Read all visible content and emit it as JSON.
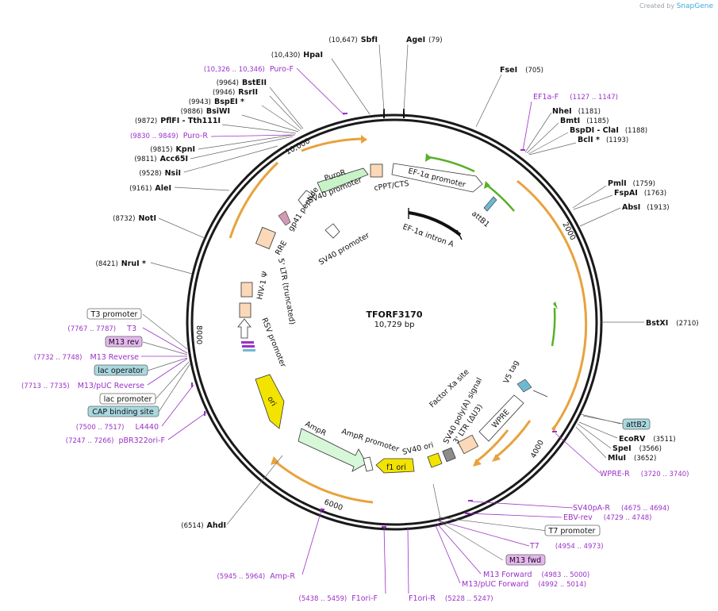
{
  "credit": {
    "prefix": "Created by",
    "brand": "SnapGene"
  },
  "plasmid": {
    "name": "TFORF3170",
    "size": "10,729 bp"
  },
  "ticks": [
    "10,000",
    "2000",
    "4000",
    "6000",
    "8000"
  ],
  "sites": [
    {
      "pos": "(10,647)",
      "name": "SbfI"
    },
    {
      "pos": "",
      "name": "AgeI",
      "pos2": "(79)"
    },
    {
      "pos": "",
      "name": "FseI",
      "pos2": "(705)"
    },
    {
      "pos": "(10,430)",
      "name": "HpaI"
    },
    {
      "pos": "(9964)",
      "name": "BstEII"
    },
    {
      "pos": "(9946)",
      "name": "RsrII"
    },
    {
      "pos": "(9943)",
      "name": "BspEI *"
    },
    {
      "pos": "(9886)",
      "name": "BsiWI"
    },
    {
      "pos": "(9872)",
      "name": "PflFI - Tth111I"
    },
    {
      "pos": "(9815)",
      "name": "KpnI"
    },
    {
      "pos": "(9811)",
      "name": "Acc65I"
    },
    {
      "pos": "(9528)",
      "name": "NsiI"
    },
    {
      "pos": "(9161)",
      "name": "AleI"
    },
    {
      "pos": "(8732)",
      "name": "NotI"
    },
    {
      "pos": "(8421)",
      "name": "NruI *"
    },
    {
      "pos": "",
      "name": "NheI",
      "pos2": "(1181)"
    },
    {
      "pos": "",
      "name": "BmtI",
      "pos2": "(1185)"
    },
    {
      "pos": "",
      "name": "BspDI - ClaI",
      "pos2": "(1188)"
    },
    {
      "pos": "",
      "name": "BclI *",
      "pos2": "(1193)"
    },
    {
      "pos": "",
      "name": "PmlI",
      "pos2": "(1759)"
    },
    {
      "pos": "",
      "name": "FspAI",
      "pos2": "(1763)"
    },
    {
      "pos": "",
      "name": "AbsI",
      "pos2": "(1913)"
    },
    {
      "pos": "",
      "name": "BstXI",
      "pos2": "(2710)"
    },
    {
      "pos": "",
      "name": "EcoRV",
      "pos2": "(3511)"
    },
    {
      "pos": "",
      "name": "SpeI",
      "pos2": "(3566)"
    },
    {
      "pos": "",
      "name": "MluI",
      "pos2": "(3652)"
    },
    {
      "pos": "(6514)",
      "name": "AhdI"
    }
  ],
  "primers": [
    {
      "pos": "(10,326 .. 10,346)",
      "name": "Puro-F"
    },
    {
      "pos": "(9830 .. 9849)",
      "name": "Puro-R"
    },
    {
      "pos": "(1127 .. 1147)",
      "name": "EF1a-F"
    },
    {
      "pos": "(7767 .. 7787)",
      "name": "T3"
    },
    {
      "pos": "(7732 .. 7748)",
      "name": "M13 Reverse"
    },
    {
      "pos": "(7713 .. 7735)",
      "name": "M13/pUC Reverse"
    },
    {
      "pos": "(7500 .. 7517)",
      "name": "L4440"
    },
    {
      "pos": "(7247 .. 7266)",
      "name": "pBR322ori-F"
    },
    {
      "pos": "(3720 .. 3740)",
      "name": "WPRE-R"
    },
    {
      "pos": "(4675 .. 4694)",
      "name": "SV40pA-R"
    },
    {
      "pos": "(4729 .. 4748)",
      "name": "EBV-rev"
    },
    {
      "pos": "(4954 .. 4973)",
      "name": "T7"
    },
    {
      "pos": "(4983 .. 5000)",
      "name": "M13 Forward"
    },
    {
      "pos": "(4992 .. 5014)",
      "name": "M13/pUC Forward"
    },
    {
      "pos": "(5228 .. 5247)",
      "name": "F1ori-R"
    },
    {
      "pos": "(5438 .. 5459)",
      "name": "F1ori-F"
    },
    {
      "pos": "(5945 .. 5964)",
      "name": "Amp-R"
    }
  ],
  "boxed": [
    "T3 promoter",
    "M13 rev",
    "lac operator",
    "lac promoter",
    "CAP binding site",
    "attB2",
    "T7 promoter",
    "M13 fwd"
  ],
  "features": [
    "PuroR",
    "SV40 promoter",
    "cPPT/CTS",
    "EF-1α promoter",
    "attB1",
    "EF-1α intron A",
    "gp41 peptide",
    "RRE",
    "SV40 promoter",
    "HIV-1 Ψ",
    "5' LTR (truncated)",
    "RSV promoter",
    "ori",
    "AmpR",
    "AmpR promoter",
    "SV40 ori",
    "f1 ori",
    "SV40 poly(A) signal",
    "3' LTR (ΔU3)",
    "WPRE",
    "Factor Xa site",
    "V5 tag"
  ],
  "colors": {
    "backbone": "#1a1a1a",
    "orf": "#e8a23c",
    "primer": "#9b30c8",
    "green": "#59b026",
    "yellow": "#f2e400",
    "promoterFill": "#ffffff",
    "puro": "#c8f3c8",
    "amp": "#d6f7d8",
    "peach": "#fbd9b8",
    "boxBlue": "#a9d8e0",
    "boxPink": "#e5b6ef"
  }
}
